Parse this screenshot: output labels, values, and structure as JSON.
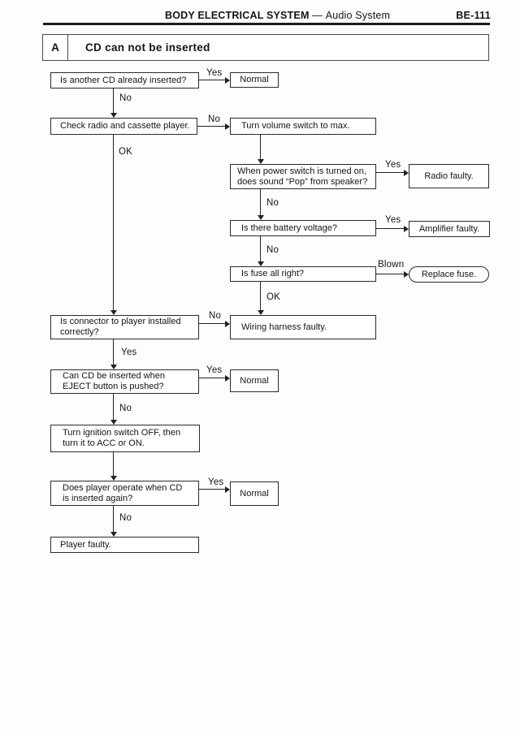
{
  "header": {
    "section_title": "BODY ELECTRICAL SYSTEM",
    "separator": "—",
    "subsection": "Audio System",
    "page_number": "BE-111"
  },
  "procedure": {
    "code": "A",
    "title": "CD can not be inserted"
  },
  "flowchart": {
    "nodes": {
      "q1": "Is another CD already inserted?",
      "n1": "Normal",
      "q2": "Check radio and cassette player.",
      "a1": "Turn volume switch to max.",
      "q3": {
        "line1": "When power switch is turned on,",
        "line2": "does sound “Pop” from speaker?"
      },
      "r1": "Radio faulty.",
      "q4": "Is there battery voltage?",
      "r2": "Amplifier faulty.",
      "q5": "Is fuse all right?",
      "r3": "Replace fuse.",
      "q6": {
        "line1": "Is connector to player installed",
        "line2": "correctly?"
      },
      "r4": "Wiring harness faulty.",
      "q7": {
        "line1": "Can CD be inserted when",
        "line2": "EJECT button is pushed?"
      },
      "n2": "Normal",
      "a2": {
        "line1": "Turn ignition switch OFF, then",
        "line2": "turn it to ACC or ON."
      },
      "q8": {
        "line1": "Does player operate when CD",
        "line2": "is inserted again?"
      },
      "n3": "Normal",
      "r5": "Player faulty."
    },
    "labels": {
      "yes1": "Yes",
      "no1": "No",
      "no2": "No",
      "ok1": "OK",
      "yes2": "Yes",
      "no3": "No",
      "yes3": "Yes",
      "no4": "No",
      "blown": "Blown",
      "ok2": "OK",
      "no5": "No",
      "yes4": "Yes",
      "yes5": "Yes",
      "no6": "No",
      "yes6": "Yes",
      "no7": "No"
    }
  },
  "colors": {
    "ink": "#141414",
    "line": "#222222",
    "paper": "#fdfdfc"
  }
}
